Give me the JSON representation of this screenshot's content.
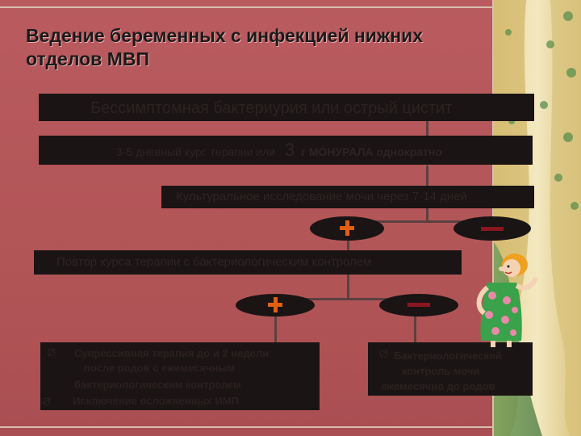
{
  "title_line1": "Ведение беременных с инфекцией нижних",
  "title_line2": "отделов МВП",
  "box1": "Бессимптомная бактериурия или острый цистит",
  "box2_prefix": "3-5 дневный курс терапии или",
  "box2_big": "3",
  "box2_suffix": "г МОНУРАЛА однократно",
  "box3": "Культуральное исследование мочи через 7-14 дней",
  "box4": "Повтор курса терапии с бактериологическим контролем",
  "left_bullets": [
    "Супрессивная терапия до и 2 недели после родов с ежемесячным бактериологическим контролем",
    "Исключение осложненных ИМП"
  ],
  "left_lines": [
    "Супрессивная терапия до и 2 недели",
    "после родов с ежемесячным",
    "бактериологическим контролем",
    "Исключение осложненных ИМП"
  ],
  "right_lines": [
    "Бактериологический",
    "контроль мочи",
    "ежемесячно до родов"
  ],
  "bullet_glyph": "Ø",
  "colors": {
    "background": "#b4585c",
    "box": "#1a1414",
    "plus": "#e06010",
    "minus": "#8b1520",
    "frame": "#d8bfae"
  },
  "icons": [
    "plus-icon",
    "minus-icon",
    "girl-illustration",
    "curtain-decoration"
  ]
}
